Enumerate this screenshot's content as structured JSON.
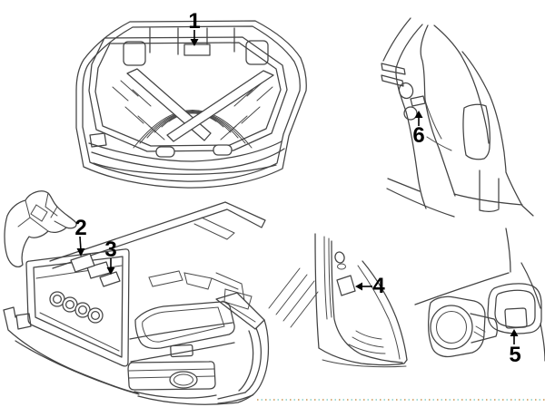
{
  "diagram": {
    "line_color": "#434343",
    "callout_color": "#000000",
    "background": "#ffffff"
  },
  "callouts": [
    {
      "label": "1"
    },
    {
      "label": "2"
    },
    {
      "label": "3"
    },
    {
      "label": "4"
    },
    {
      "label": "5"
    },
    {
      "label": "6"
    }
  ],
  "selection_marquee": {
    "dot_color_a": "#cf9f62",
    "dot_color_b": "#8fd4cf"
  }
}
